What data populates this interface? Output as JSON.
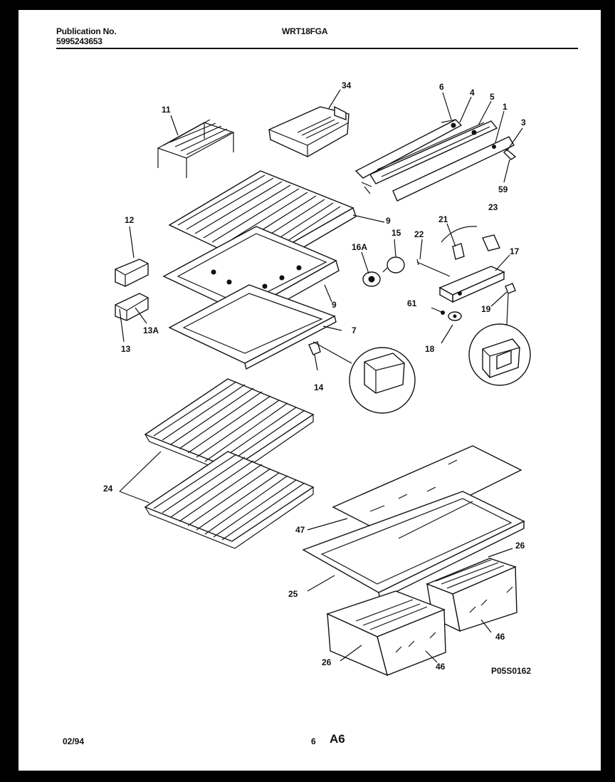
{
  "header": {
    "publication_label": "Publication No.",
    "publication_number": "5995243653",
    "model": "WRT18FGA"
  },
  "diagram": {
    "parts": [
      {
        "id": "p11",
        "label": "11"
      },
      {
        "id": "p34",
        "label": "34"
      },
      {
        "id": "p6",
        "label": "6"
      },
      {
        "id": "p4",
        "label": "4"
      },
      {
        "id": "p5",
        "label": "5"
      },
      {
        "id": "p1",
        "label": "1"
      },
      {
        "id": "p3",
        "label": "3"
      },
      {
        "id": "p59",
        "label": "59"
      },
      {
        "id": "p23",
        "label": "23"
      },
      {
        "id": "p9a",
        "label": "9"
      },
      {
        "id": "p21",
        "label": "21"
      },
      {
        "id": "p12",
        "label": "12"
      },
      {
        "id": "p15",
        "label": "15"
      },
      {
        "id": "p22",
        "label": "22"
      },
      {
        "id": "p16A",
        "label": "16A"
      },
      {
        "id": "p17",
        "label": "17"
      },
      {
        "id": "p9b",
        "label": "9"
      },
      {
        "id": "p61",
        "label": "61"
      },
      {
        "id": "p19",
        "label": "19"
      },
      {
        "id": "p13A",
        "label": "13A"
      },
      {
        "id": "p7",
        "label": "7"
      },
      {
        "id": "p13",
        "label": "13"
      },
      {
        "id": "p18",
        "label": "18"
      },
      {
        "id": "p14",
        "label": "14"
      },
      {
        "id": "p24",
        "label": "24"
      },
      {
        "id": "p47",
        "label": "47"
      },
      {
        "id": "p26a",
        "label": "26"
      },
      {
        "id": "p25",
        "label": "25"
      },
      {
        "id": "p46a",
        "label": "46"
      },
      {
        "id": "p26b",
        "label": "26"
      },
      {
        "id": "p46b",
        "label": "46"
      }
    ],
    "figure_code": "P05S0162"
  },
  "footer": {
    "date": "02/94",
    "page_number": "6",
    "section": "A6"
  }
}
